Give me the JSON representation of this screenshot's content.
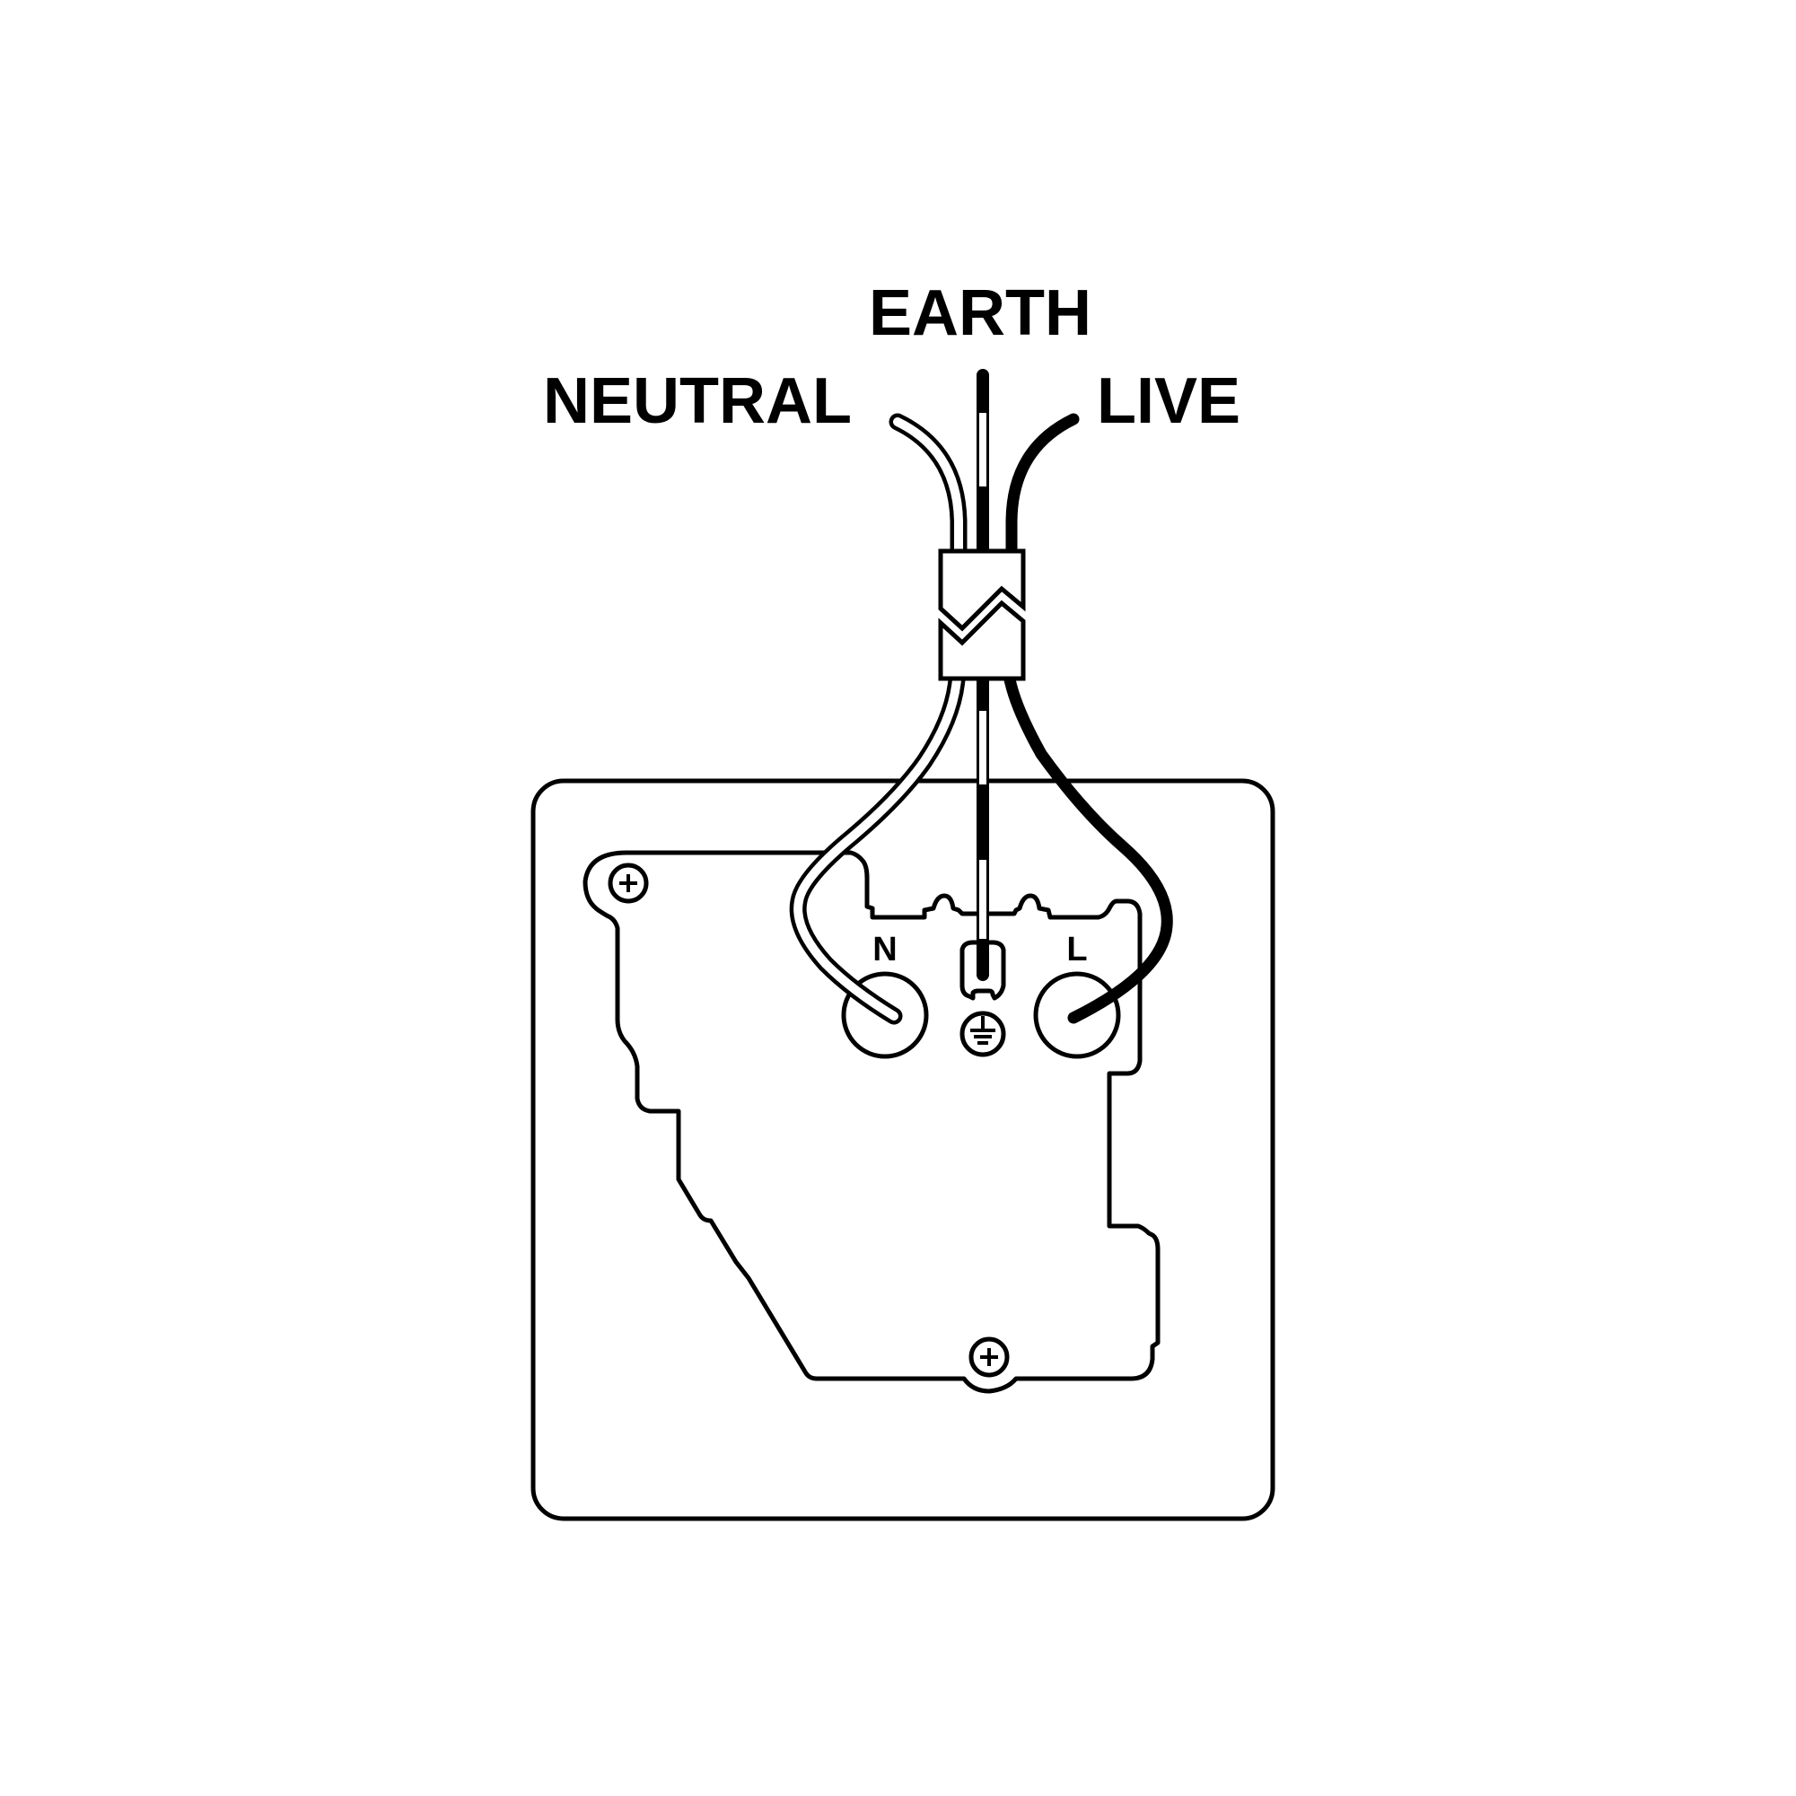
{
  "labels": {
    "earth": "EARTH",
    "neutral": "NEUTRAL",
    "live": "LIVE",
    "terminal_neutral": "N",
    "terminal_live": "L"
  },
  "icons": {
    "earth_terminal": "earth-symbol-icon",
    "fixing_screws": "screw-icon"
  },
  "colors": {
    "line": "#000000",
    "background": "#ffffff"
  }
}
